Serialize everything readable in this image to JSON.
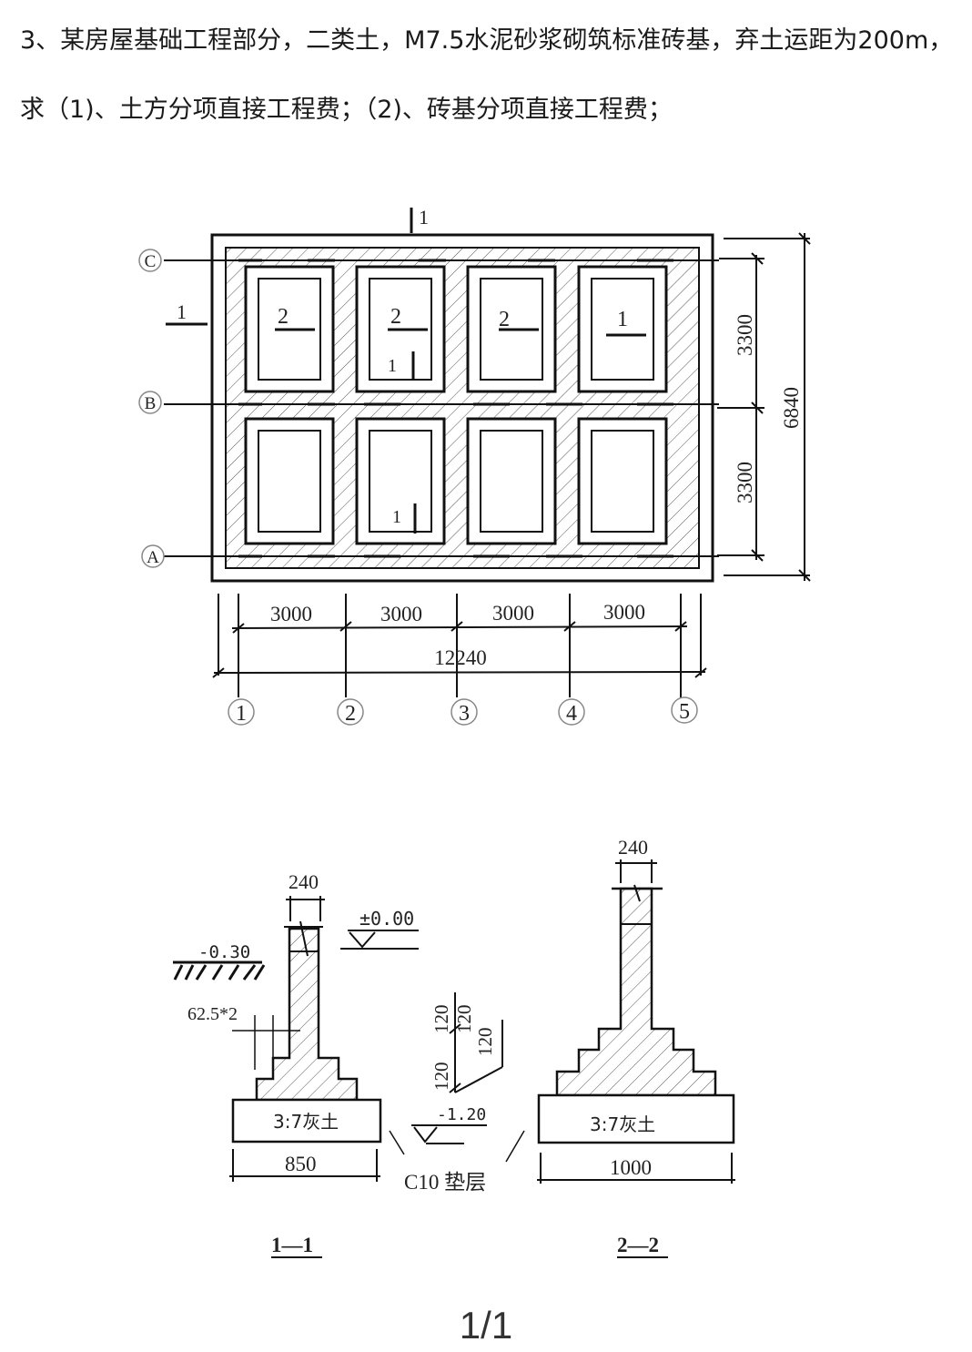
{
  "problem": {
    "line1": "3、某房屋基础工程部分，二类土，M7.5水泥砂浆砌筑标准砖基，弃土运距为200m，",
    "line2": "求（1)、土方分项直接工程费；（2)、砖基分项直接工程费；"
  },
  "plan": {
    "axes_rows": [
      "C",
      "B",
      "A"
    ],
    "axes_cols": [
      "1",
      "2",
      "3",
      "4",
      "5"
    ],
    "spans_x": [
      "3000",
      "3000",
      "3000",
      "3000"
    ],
    "total_x": "12240",
    "spans_y": [
      "3300",
      "3300"
    ],
    "total_y": "6840",
    "section_marks": {
      "top": "1",
      "left": "1",
      "room_c1": "2",
      "room_c2": "2",
      "room_c2_v": "1",
      "room_c3": "2",
      "room_c4": "1",
      "room_b2_v": "1"
    }
  },
  "section_1_1": {
    "title": "1—1",
    "wall": "240",
    "level_top": "±0.00",
    "level_ground": "-0.30",
    "step": "62.5*2",
    "pad": "3:7灰土",
    "width": "850",
    "level_bottom": "-1.20",
    "step_heights": [
      "120",
      "120",
      "120",
      "120"
    ]
  },
  "section_2_2": {
    "title": "2—2",
    "wall": "240",
    "pad": "3:7灰土",
    "width": "1000"
  },
  "note": "C10 垫层",
  "page_indicator": "1/1",
  "colors": {
    "ink": "#111111",
    "background": "#ffffff"
  }
}
